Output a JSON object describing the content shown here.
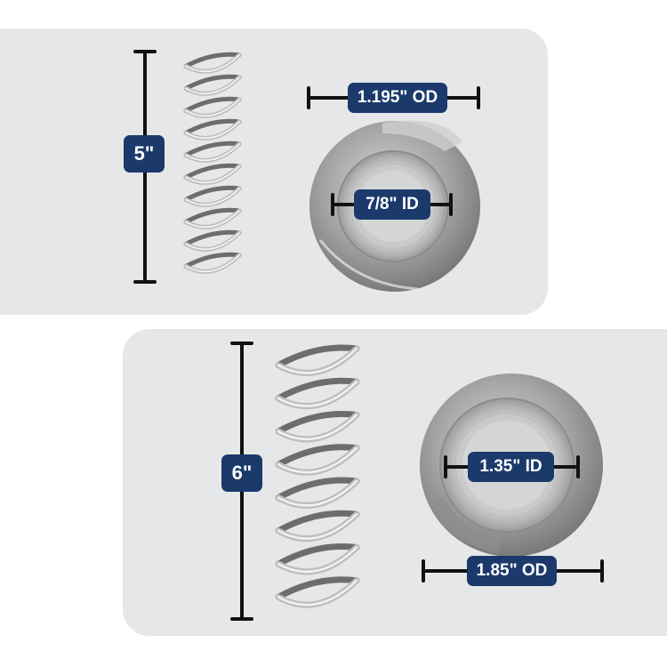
{
  "spring_small": {
    "length_label": "5\"",
    "od_label": "1.195\" OD",
    "id_label": "7/8\" ID"
  },
  "spring_large": {
    "length_label": "6\"",
    "id_label": "1.35\" ID",
    "od_label": "1.85\" OD"
  },
  "colors": {
    "badge": "#1b3a6b",
    "dimension_line": "#111111",
    "panel": "#e6e7e8"
  }
}
